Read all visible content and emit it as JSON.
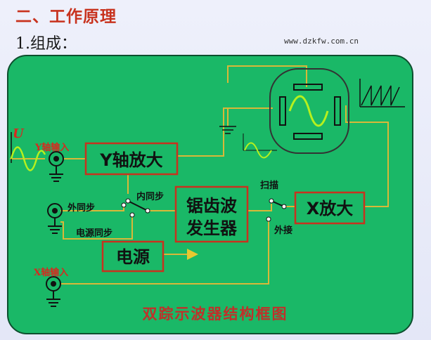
{
  "heading": "二、工作原理",
  "subheading": "1.组成：",
  "website": "www.dzkfw.com.cn",
  "diagram": {
    "caption": "双踪示波器结构框图",
    "signal_label": "U",
    "blocks": {
      "y_amp": "Y轴放大",
      "sawtooth_line1": "锯齿波",
      "sawtooth_line2": "发生器",
      "x_amp": "X放大",
      "power": "电源"
    },
    "labels": {
      "y_input": "Y轴输入",
      "ext_sync": "外同步",
      "power_sync": "电源同步",
      "int_sync": "内同步",
      "scan": "扫描",
      "external": "外接",
      "x_input": "X轴输入"
    }
  }
}
